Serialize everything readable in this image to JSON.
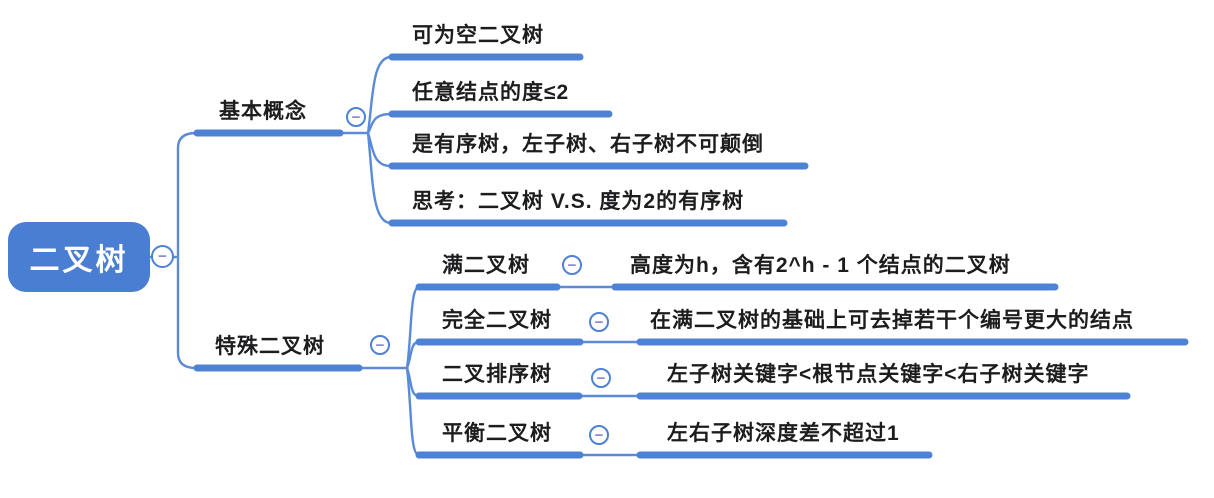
{
  "root": {
    "label": "二叉树"
  },
  "branches": [
    {
      "label": "基本概念",
      "children": [
        {
          "label": "可为空二叉树"
        },
        {
          "label": "任意结点的度≤2"
        },
        {
          "label": "是有序树，左子树、右子树不可颠倒"
        },
        {
          "label": "思考：二叉树 V.S. 度为2的有序树"
        }
      ]
    },
    {
      "label": "特殊二叉树",
      "children": [
        {
          "label": "满二叉树",
          "detail": "高度为h，含有2^h - 1 个结点的二叉树"
        },
        {
          "label": "完全二叉树",
          "detail": "在满二叉树的基础上可去掉若干个编号更大的结点"
        },
        {
          "label": "二叉排序树",
          "detail": "左子树关键字<根节点关键字<右子树关键字"
        },
        {
          "label": "平衡二叉树",
          "detail": "左右子树深度差不超过1"
        }
      ]
    }
  ],
  "icons": {
    "collapse": "−"
  },
  "colors": {
    "node_fill": "#4a7ed2",
    "branch_line": "#4d82d4",
    "thin_line": "#5b8bd8",
    "collapse_minus": "#8585cc",
    "text": "#1d1d1f"
  }
}
